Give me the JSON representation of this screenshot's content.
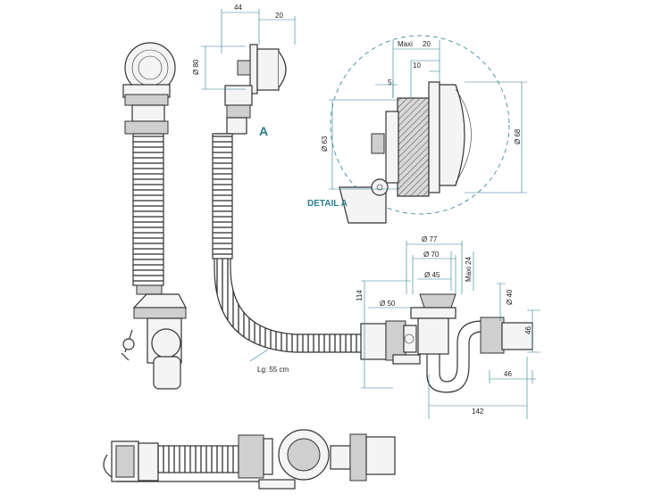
{
  "labels": {
    "detail_ref": "A",
    "detail_title": "DETAIL A",
    "hose_length": "Lg: 55 cm"
  },
  "dims": {
    "d44": "44",
    "d20a": "20",
    "d80": "Ø 80",
    "maxi": "Maxi",
    "d20b": "20",
    "d10": "10",
    "d5": "5",
    "d63": "Ø 63",
    "d68": "Ø 68",
    "d77": "Ø 77",
    "d70": "Ø 70",
    "d45": "Ø 45",
    "maxi24": "Maxi 24",
    "d40": "Ø 40",
    "d114": "114",
    "d50": "Ø 50",
    "d46a": "46",
    "d46b": "46",
    "d142": "142"
  },
  "colors": {
    "accent": "#2a7f8f",
    "line": "#333333"
  }
}
